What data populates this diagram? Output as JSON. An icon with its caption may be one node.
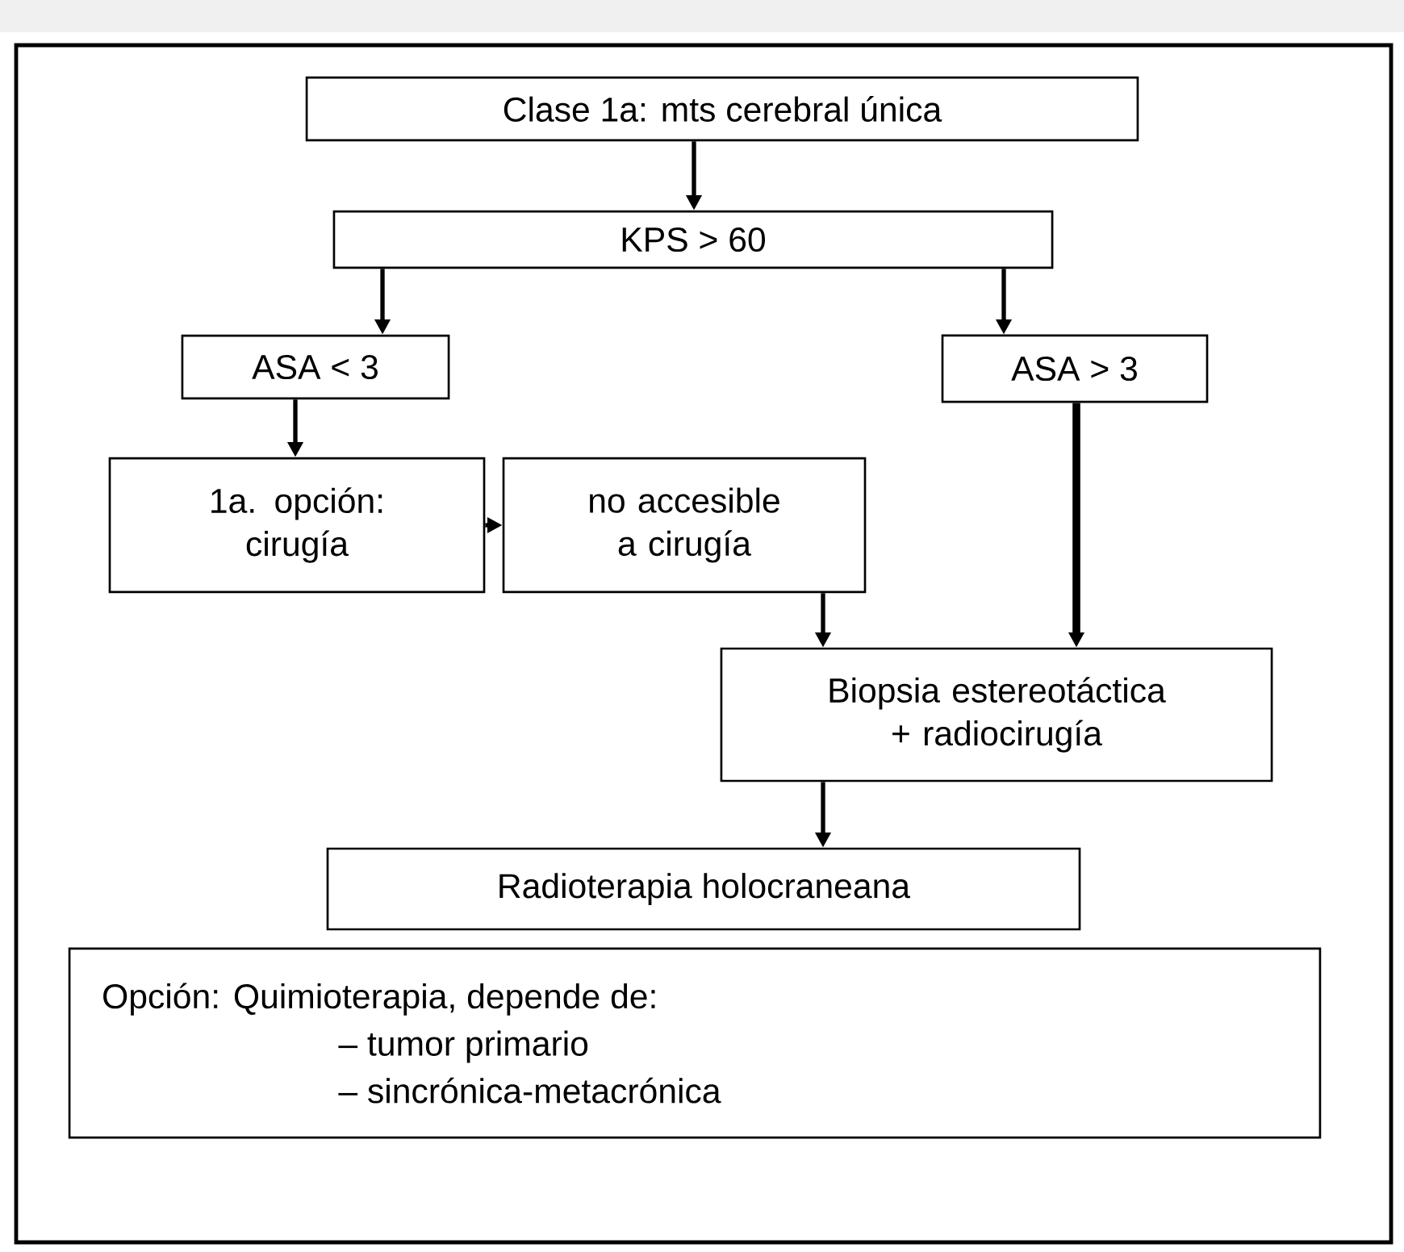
{
  "diagram": {
    "nodes": [
      {
        "text": [
          "Clase 1a: mts cerebral única"
        ]
      },
      {
        "text": [
          "KPS > 60"
        ]
      },
      {
        "text": [
          "ASA < 3"
        ]
      },
      {
        "text": [
          "ASA > 3"
        ]
      },
      {
        "text": [
          "1a. opción: cirugía"
        ]
      },
      {
        "text": [
          "no accesible a cirugía"
        ]
      },
      {
        "text": [
          "Biopsia estereotáctica + radiocirugía"
        ]
      },
      {
        "text": [
          "Radioterapia holocraneana"
        ]
      },
      {
        "text": [
          "Opción: Quimioterapia, depende de:",
          "– tumor primario",
          "– sincrónica-metacrónica"
        ]
      }
    ],
    "edges": [
      {
        "from": 0,
        "to": 1,
        "arrow": "to"
      },
      {
        "from": 1,
        "to": 2,
        "arrow": "to"
      },
      {
        "from": 1,
        "to": 3,
        "arrow": "to"
      },
      {
        "from": 2,
        "to": 4,
        "arrow": "to"
      },
      {
        "from": 4,
        "to": 5,
        "arrow": "to"
      },
      {
        "from": 5,
        "to": 6,
        "arrow": "to"
      },
      {
        "from": 3,
        "to": 6,
        "arrow": "to",
        "style": "thick"
      },
      {
        "from": 6,
        "to": 7,
        "arrow": "to"
      }
    ]
  }
}
